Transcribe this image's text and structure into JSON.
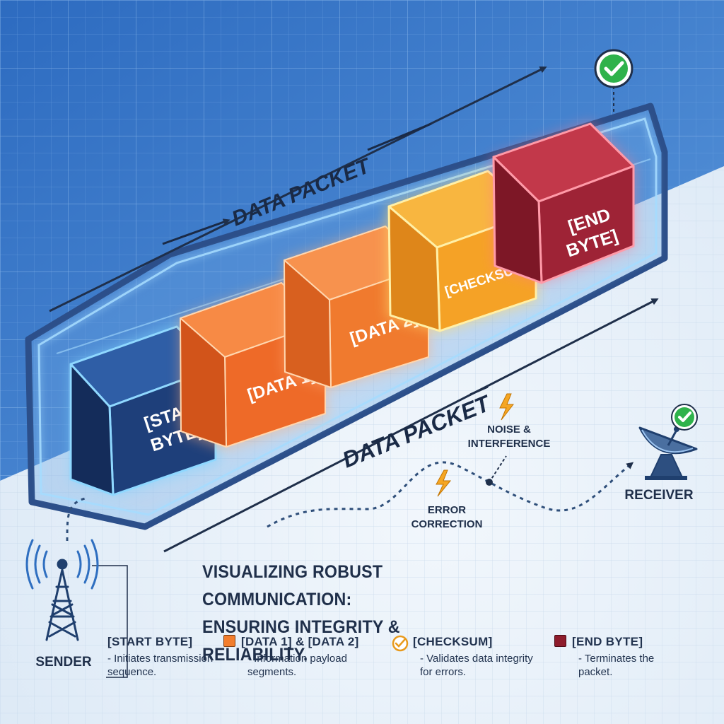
{
  "diagram": {
    "top_label": "DATA PACKET",
    "bottom_label": "DATA PACKET",
    "blocks": [
      {
        "label": "[START BYTE]",
        "line1": "[START",
        "line2": "BYTE]",
        "color": "#1d3f78"
      },
      {
        "label": "[DATA 1]",
        "color": "#f06f2a"
      },
      {
        "label": "[DATA 2]",
        "color": "#f27d2d"
      },
      {
        "label": "[CHECKSUM]",
        "color": "#f5a42a"
      },
      {
        "label": "[END BYTE]",
        "line1": "[END",
        "line2": "BYTE]",
        "color": "#a3273a"
      }
    ],
    "noise_label_1": "NOISE &",
    "noise_label_2": "INTERFERENCE",
    "error_label_1": "ERROR",
    "error_label_2": "CORRECTION",
    "sender_label": "SENDER",
    "receiver_label": "RECEIVER"
  },
  "title": {
    "line1": "VISUALIZING ROBUST COMMUNICATION:",
    "line2": "ENSURING INTEGRITY & RELIABILITY."
  },
  "legend": [
    {
      "title": "[START BYTE]",
      "desc": "- Initiates transmission sequence.",
      "swatch": "none"
    },
    {
      "title": "[DATA 1] & [DATA 2]",
      "desc": "- Information payload segments.",
      "swatch": "#f27d2d"
    },
    {
      "title": "[CHECKSUM]",
      "desc": "- Validates data integrity for errors.",
      "swatch": "check"
    },
    {
      "title": "[END BYTE]",
      "desc": "- Terminates the packet.",
      "swatch": "#8e1c2c"
    }
  ],
  "colors": {
    "background_blue": "#3f7fce",
    "background_light": "#e4eef8",
    "accent_green": "#2fb24b",
    "glow": "#8fd8ff"
  },
  "icons": [
    "radio-tower-icon",
    "satellite-dish-icon",
    "check-circle-icon",
    "lightning-icon"
  ]
}
